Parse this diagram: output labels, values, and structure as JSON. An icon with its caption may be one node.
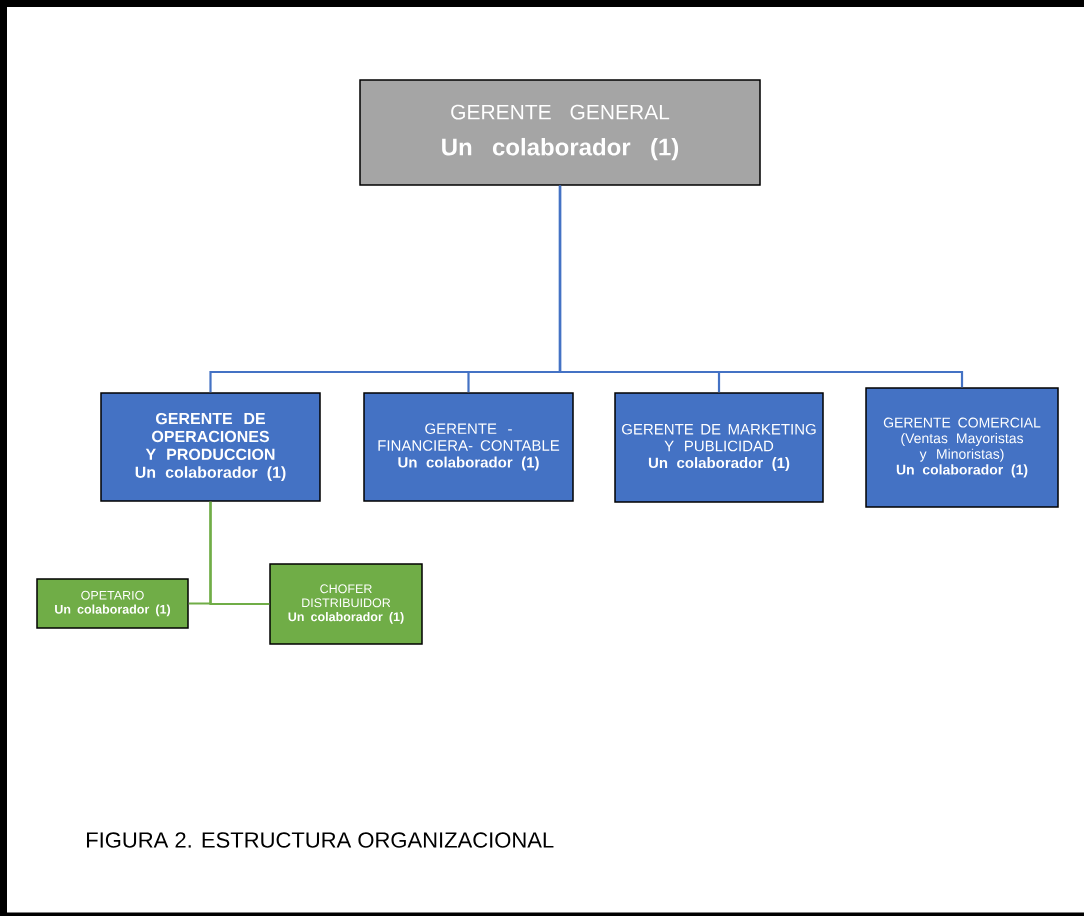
{
  "diagram": {
    "caption": "FIGURA 2. ESTRUCTURA ORGANIZACIONAL",
    "nodes": [
      {
        "text": [
          "GERENTE GENERAL",
          "Un colaborador (1)"
        ]
      },
      {
        "text": [
          "GERENTE DE OPERACIONES Y PRODUCCION",
          "Un colaborador (1)"
        ]
      },
      {
        "text": [
          "GERENTE - FINANCIERA- CONTABLE",
          "Un colaborador (1)"
        ]
      },
      {
        "text": [
          "GERENTE DE MARKETING Y PUBLICIDAD",
          "Un colaborador (1)"
        ]
      },
      {
        "text": [
          "GERENTE COMERCIAL (Ventas Mayoristas y Minoristas)",
          "Un colaborador (1)"
        ]
      },
      {
        "text": [
          "OPETARIO",
          "Un colaborador (1)"
        ]
      },
      {
        "text": [
          "CHOFER DISTRIBUIDOR",
          "Un colaborador (1)"
        ]
      }
    ],
    "edges": [
      {
        "from": 0,
        "to": 1,
        "arrow": "none"
      },
      {
        "from": 0,
        "to": 2,
        "arrow": "none"
      },
      {
        "from": 0,
        "to": 3,
        "arrow": "none"
      },
      {
        "from": 0,
        "to": 4,
        "arrow": "none"
      },
      {
        "from": 1,
        "to": 5,
        "arrow": "none",
        "color": "#70ad47"
      },
      {
        "from": 1,
        "to": 6,
        "arrow": "none",
        "color": "#70ad47"
      }
    ]
  }
}
